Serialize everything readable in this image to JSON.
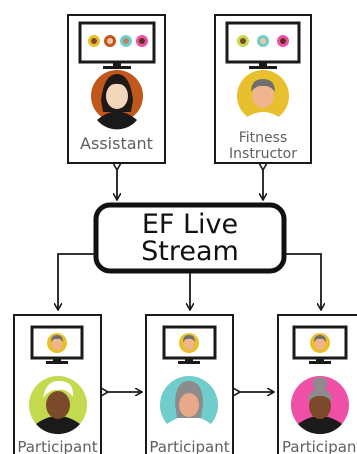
{
  "hub": {
    "title_line1": "EF Live",
    "title_line2": "Stream"
  },
  "nodes": {
    "assistant": {
      "label": "Assistant"
    },
    "instructor": {
      "label_line1": "Fitness",
      "label_line2": "Instructor"
    },
    "participant_left": {
      "label": "Participant"
    },
    "participant_middle": {
      "label": "Participant"
    },
    "participant_right": {
      "label": "Participant"
    }
  },
  "colors": {
    "stroke": "#1a1a1a",
    "assistant_avatar_bg": "#c2571c",
    "instructor_avatar_bg": "#e8bf2c",
    "participant_left_bg": "#c3d94e",
    "participant_middle_bg": "#6fcdcb",
    "participant_right_bg": "#ef4fa7",
    "screen_dots": [
      "#e8bf2c",
      "#c2571c",
      "#6fcdcb",
      "#ef4fa7"
    ]
  }
}
